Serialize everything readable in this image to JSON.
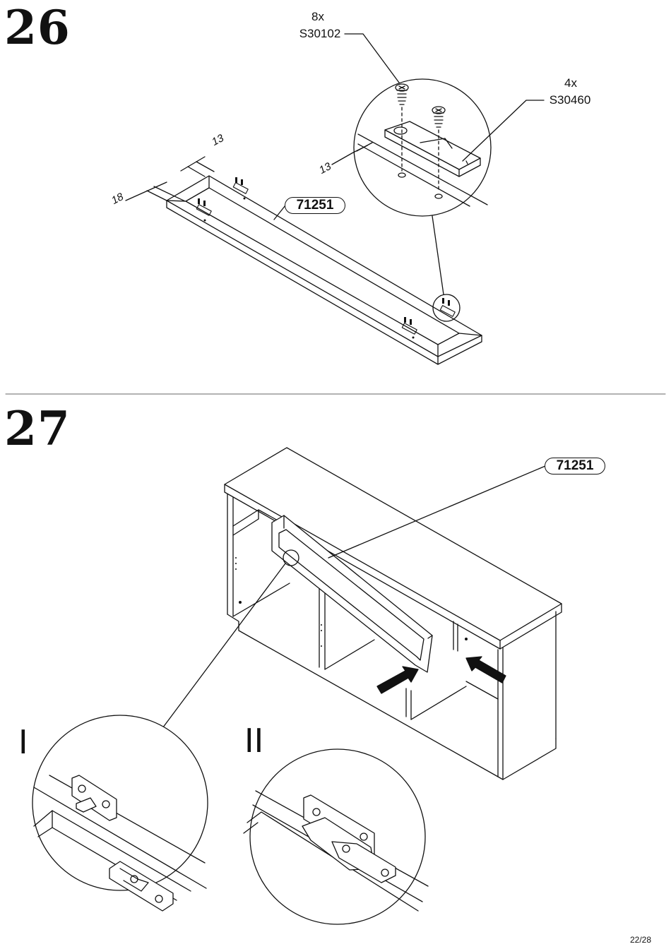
{
  "steps": [
    {
      "number": "26",
      "screws": {
        "qty": "8x",
        "code": "S30102"
      },
      "fittings": {
        "qty": "4x",
        "code": "S30460"
      },
      "part": "71251",
      "dimensions": [
        "13",
        "13",
        "18"
      ]
    },
    {
      "number": "27",
      "part": "71251",
      "details": [
        "I",
        "II"
      ]
    }
  ],
  "page": {
    "number": "22/28"
  }
}
